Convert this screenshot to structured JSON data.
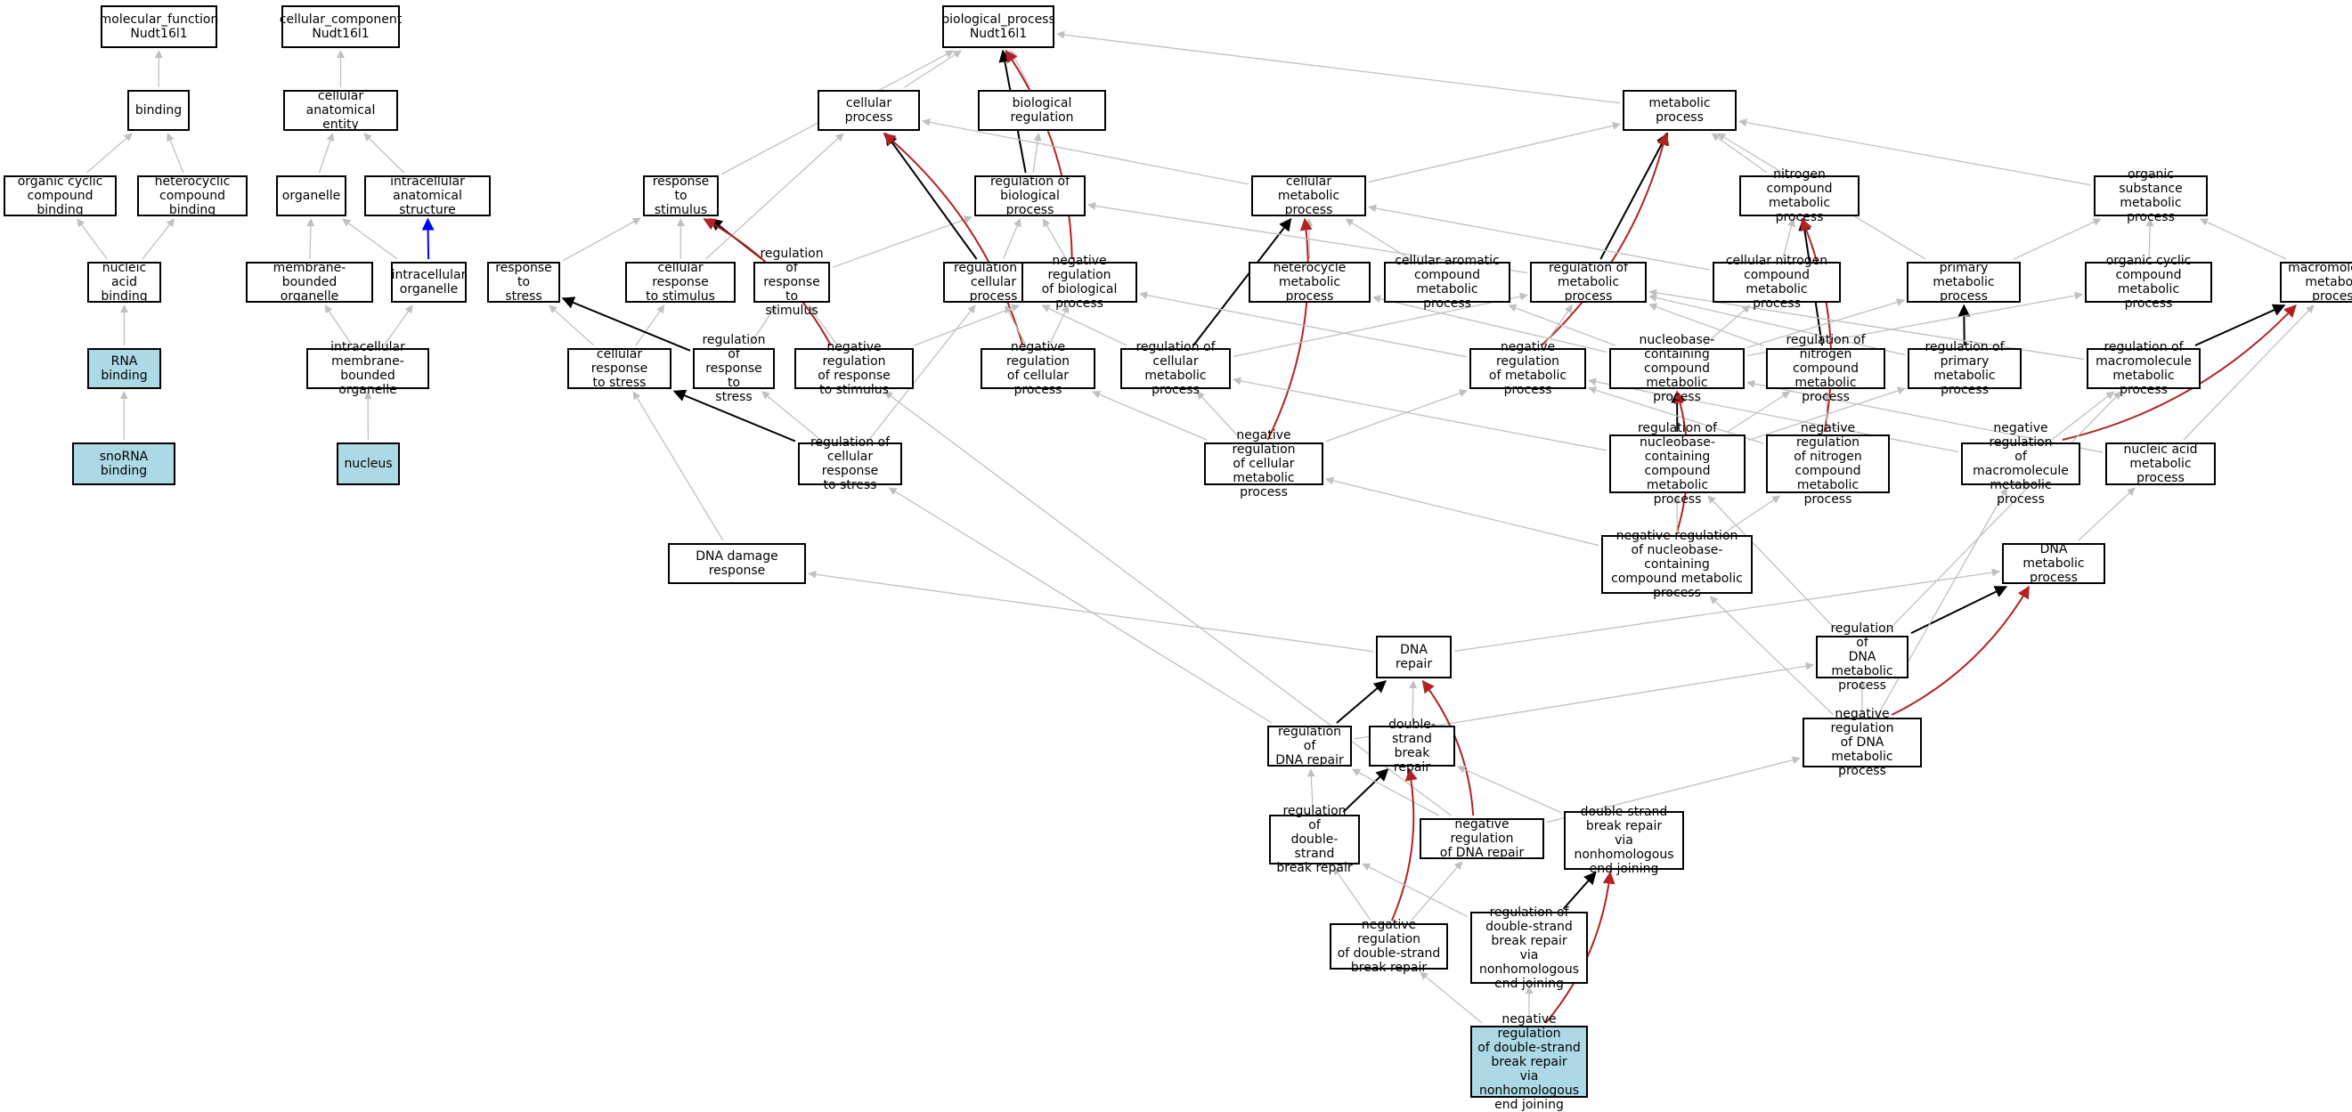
{
  "colors": {
    "is_a": "#c0c0c0",
    "part_of": "#000000",
    "negatively_regulates": "#b22222",
    "occurs_in": "#0000ff",
    "highlight": "#add8e6"
  },
  "nodes": [
    {
      "id": "mf",
      "label": "molecular_function\nNudt16l1"
    },
    {
      "id": "cc",
      "label": "cellular_component\nNudt16l1"
    },
    {
      "id": "bp",
      "label": "biological_process\nNudt16l1"
    },
    {
      "id": "binding",
      "label": "binding"
    },
    {
      "id": "cae",
      "label": "cellular anatomical\nentity"
    },
    {
      "id": "cp",
      "label": "cellular process"
    },
    {
      "id": "breg",
      "label": "biological regulation"
    },
    {
      "id": "mp",
      "label": "metabolic process"
    },
    {
      "id": "ocb",
      "label": "organic cyclic\ncompound binding"
    },
    {
      "id": "hcb",
      "label": "heterocyclic\ncompound binding"
    },
    {
      "id": "organelle",
      "label": "organelle"
    },
    {
      "id": "ias",
      "label": "intracellular\nanatomical structure"
    },
    {
      "id": "rts",
      "label": "response to\nstimulus"
    },
    {
      "id": "robp",
      "label": "regulation of\nbiological process"
    },
    {
      "id": "cmp",
      "label": "cellular metabolic\nprocess"
    },
    {
      "id": "ncmp",
      "label": "nitrogen compound\nmetabolic process"
    },
    {
      "id": "osmp",
      "label": "organic substance\nmetabolic process"
    },
    {
      "id": "nab",
      "label": "nucleic acid\nbinding"
    },
    {
      "id": "mbo",
      "label": "membrane-bounded\norganelle"
    },
    {
      "id": "io",
      "label": "intracellular\norganelle"
    },
    {
      "id": "rtstress",
      "label": "response to\nstress"
    },
    {
      "id": "crs",
      "label": "cellular response\nto stimulus"
    },
    {
      "id": "rors",
      "label": "regulation of\nresponse to\nstimulus"
    },
    {
      "id": "rocp",
      "label": "regulation of\ncellular process"
    },
    {
      "id": "nrobp",
      "label": "negative regulation\nof biological\nprocess"
    },
    {
      "id": "hmp",
      "label": "heterocycle\nmetabolic process"
    },
    {
      "id": "camp",
      "label": "cellular aromatic\ncompound metabolic\nprocess"
    },
    {
      "id": "romp",
      "label": "regulation of\nmetabolic process"
    },
    {
      "id": "cncmp",
      "label": "cellular nitrogen\ncompound metabolic\nprocess"
    },
    {
      "id": "pmp",
      "label": "primary metabolic\nprocess"
    },
    {
      "id": "occmp",
      "label": "organic cyclic\ncompound metabolic\nprocess"
    },
    {
      "id": "macmp",
      "label": "macromolecule\nmetabolic process"
    },
    {
      "id": "rnab",
      "label": "RNA binding",
      "hl": true
    },
    {
      "id": "imbo",
      "label": "intracellular\nmembrane-bounded\norganelle"
    },
    {
      "id": "crtstress",
      "label": "cellular response\nto stress"
    },
    {
      "id": "rortstress",
      "label": "regulation of\nresponse to\nstress"
    },
    {
      "id": "nrors",
      "label": "negative regulation\nof response\nto stimulus"
    },
    {
      "id": "nrocp",
      "label": "negative regulation\nof cellular\nprocess"
    },
    {
      "id": "rocmp",
      "label": "regulation of\ncellular metabolic\nprocess"
    },
    {
      "id": "nromp",
      "label": "negative regulation\nof metabolic\nprocess"
    },
    {
      "id": "nbccmp",
      "label": "nucleobase-containing\ncompound metabolic\nprocess"
    },
    {
      "id": "roncmp",
      "label": "regulation of\nnitrogen compound\nmetabolic process"
    },
    {
      "id": "ropmp",
      "label": "regulation of\nprimary metabolic\nprocess"
    },
    {
      "id": "romacmp",
      "label": "regulation of\nmacromolecule\nmetabolic process"
    },
    {
      "id": "snorna",
      "label": "snoRNA binding",
      "hl": true
    },
    {
      "id": "nucleus",
      "label": "nucleus",
      "hl": true
    },
    {
      "id": "rocrs",
      "label": "regulation of\ncellular response\nto stress"
    },
    {
      "id": "nrocmp",
      "label": "negative regulation\nof cellular\nmetabolic process"
    },
    {
      "id": "ronbccmp",
      "label": "regulation of\nnucleobase-containing\ncompound metabolic\nprocess"
    },
    {
      "id": "nroncmp",
      "label": "negative regulation\nof nitrogen\ncompound metabolic\nprocess"
    },
    {
      "id": "nromacmp",
      "label": "negative regulation\nof macromolecule\nmetabolic process"
    },
    {
      "id": "namp",
      "label": "nucleic acid\nmetabolic process"
    },
    {
      "id": "ddr",
      "label": "DNA damage response"
    },
    {
      "id": "nronbccmp",
      "label": "negative regulation\nof nucleobase-containing\ncompound metabolic\nprocess"
    },
    {
      "id": "dmp",
      "label": "DNA metabolic\nprocess"
    },
    {
      "id": "dnarepair",
      "label": "DNA repair"
    },
    {
      "id": "rodmp",
      "label": "regulation of\nDNA metabolic\nprocess"
    },
    {
      "id": "rodr",
      "label": "regulation of\nDNA repair"
    },
    {
      "id": "dsbr",
      "label": "double-strand\nbreak repair"
    },
    {
      "id": "nrodmp",
      "label": "negative regulation\nof DNA metabolic\nprocess"
    },
    {
      "id": "rodsbr",
      "label": "regulation of\ndouble-strand\nbreak repair"
    },
    {
      "id": "nrodr",
      "label": "negative regulation\nof DNA repair"
    },
    {
      "id": "dsbrnhej",
      "label": "double-strand\nbreak repair\nvia nonhomologous\nend joining"
    },
    {
      "id": "nrodsbr",
      "label": "negative regulation\nof double-strand\nbreak repair"
    },
    {
      "id": "rodsbrnhej",
      "label": "regulation of\ndouble-strand\nbreak repair\nvia nonhomologous\nend joining"
    },
    {
      "id": "nrodsbrnhej",
      "label": "negative regulation\nof double-strand\nbreak repair\nvia nonhomologous\nend joining",
      "hl": true
    }
  ],
  "edges": [
    [
      "snorna",
      "rnab",
      "is_a"
    ],
    [
      "rnab",
      "nab",
      "is_a"
    ],
    [
      "nab",
      "ocb",
      "is_a"
    ],
    [
      "nab",
      "hcb",
      "is_a"
    ],
    [
      "ocb",
      "binding",
      "is_a"
    ],
    [
      "hcb",
      "binding",
      "is_a"
    ],
    [
      "binding",
      "mf",
      "is_a"
    ],
    [
      "nucleus",
      "imbo",
      "is_a"
    ],
    [
      "imbo",
      "mbo",
      "is_a"
    ],
    [
      "imbo",
      "io",
      "is_a"
    ],
    [
      "mbo",
      "organelle",
      "is_a"
    ],
    [
      "io",
      "organelle",
      "is_a"
    ],
    [
      "io",
      "ias",
      "occurs_in"
    ],
    [
      "organelle",
      "cae",
      "is_a"
    ],
    [
      "ias",
      "cae",
      "is_a"
    ],
    [
      "cae",
      "cc",
      "is_a"
    ],
    [
      "cp",
      "bp",
      "is_a"
    ],
    [
      "breg",
      "bp",
      "is_a"
    ],
    [
      "mp",
      "bp",
      "is_a"
    ],
    [
      "rts",
      "bp",
      "is_a"
    ],
    [
      "robp",
      "bp",
      "part_of"
    ],
    [
      "nrobp",
      "bp",
      "negatively_regulates"
    ],
    [
      "robp",
      "breg",
      "is_a"
    ],
    [
      "cmp",
      "cp",
      "is_a"
    ],
    [
      "cmp",
      "mp",
      "is_a"
    ],
    [
      "ncmp",
      "mp",
      "is_a"
    ],
    [
      "osmp",
      "mp",
      "is_a"
    ],
    [
      "pmp",
      "mp",
      "is_a"
    ],
    [
      "romp",
      "mp",
      "part_of"
    ],
    [
      "nromp",
      "mp",
      "negatively_regulates"
    ],
    [
      "crs",
      "cp",
      "is_a"
    ],
    [
      "crs",
      "rts",
      "is_a"
    ],
    [
      "rtstress",
      "rts",
      "is_a"
    ],
    [
      "rors",
      "rts",
      "part_of"
    ],
    [
      "rors",
      "robp",
      "is_a"
    ],
    [
      "rocp",
      "cp",
      "part_of"
    ],
    [
      "rocp",
      "robp",
      "is_a"
    ],
    [
      "nrocp",
      "cp",
      "negatively_regulates"
    ],
    [
      "nrobp",
      "robp",
      "is_a"
    ],
    [
      "hmp",
      "cmp",
      "is_a"
    ],
    [
      "camp",
      "cmp",
      "is_a"
    ],
    [
      "cncmp",
      "cmp",
      "is_a"
    ],
    [
      "rocmp",
      "cmp",
      "part_of"
    ],
    [
      "nrocmp",
      "cmp",
      "negatively_regulates"
    ],
    [
      "cncmp",
      "ncmp",
      "is_a"
    ],
    [
      "roncmp",
      "ncmp",
      "part_of"
    ],
    [
      "nroncmp",
      "ncmp",
      "negatively_regulates"
    ],
    [
      "romp",
      "robp",
      "is_a"
    ],
    [
      "occmp",
      "osmp",
      "is_a"
    ],
    [
      "macmp",
      "osmp",
      "is_a"
    ],
    [
      "pmp",
      "osmp",
      "is_a"
    ],
    [
      "romacmp",
      "macmp",
      "part_of"
    ],
    [
      "nromacmp",
      "macmp",
      "negatively_regulates"
    ],
    [
      "namp",
      "macmp",
      "is_a"
    ],
    [
      "ropmp",
      "pmp",
      "part_of"
    ],
    [
      "nbccmp",
      "pmp",
      "is_a"
    ],
    [
      "nbccmp",
      "occmp",
      "is_a"
    ],
    [
      "nbccmp",
      "hmp",
      "is_a"
    ],
    [
      "nbccmp",
      "camp",
      "is_a"
    ],
    [
      "nbccmp",
      "cncmp",
      "is_a"
    ],
    [
      "crtstress",
      "rtstress",
      "is_a"
    ],
    [
      "crtstress",
      "crs",
      "is_a"
    ],
    [
      "rortstress",
      "rtstress",
      "part_of"
    ],
    [
      "rortstress",
      "rors",
      "is_a"
    ],
    [
      "nrors",
      "rts",
      "negatively_regulates"
    ],
    [
      "nrors",
      "rors",
      "is_a"
    ],
    [
      "nrors",
      "nrobp",
      "is_a"
    ],
    [
      "nrocp",
      "rocp",
      "is_a"
    ],
    [
      "nrocp",
      "nrobp",
      "is_a"
    ],
    [
      "rocmp",
      "rocp",
      "is_a"
    ],
    [
      "rocmp",
      "romp",
      "is_a"
    ],
    [
      "nromp",
      "romp",
      "is_a"
    ],
    [
      "nromp",
      "nrobp",
      "is_a"
    ],
    [
      "roncmp",
      "romp",
      "is_a"
    ],
    [
      "ropmp",
      "romp",
      "is_a"
    ],
    [
      "romacmp",
      "romp",
      "is_a"
    ],
    [
      "rocrs",
      "crtstress",
      "part_of"
    ],
    [
      "rocrs",
      "rortstress",
      "is_a"
    ],
    [
      "rocrs",
      "rocp",
      "is_a"
    ],
    [
      "nrocmp",
      "rocmp",
      "is_a"
    ],
    [
      "nrocmp",
      "nromp",
      "is_a"
    ],
    [
      "nrocmp",
      "nrocp",
      "is_a"
    ],
    [
      "ronbccmp",
      "nbccmp",
      "part_of"
    ],
    [
      "ronbccmp",
      "rocmp",
      "is_a"
    ],
    [
      "ronbccmp",
      "roncmp",
      "is_a"
    ],
    [
      "ronbccmp",
      "ropmp",
      "is_a"
    ],
    [
      "nroncmp",
      "roncmp",
      "is_a"
    ],
    [
      "nroncmp",
      "nromp",
      "is_a"
    ],
    [
      "nromacmp",
      "romacmp",
      "is_a"
    ],
    [
      "nromacmp",
      "nromp",
      "is_a"
    ],
    [
      "namp",
      "nbccmp",
      "is_a"
    ],
    [
      "ddr",
      "crtstress",
      "is_a"
    ],
    [
      "nronbccmp",
      "nbccmp",
      "negatively_regulates"
    ],
    [
      "nronbccmp",
      "ronbccmp",
      "is_a"
    ],
    [
      "nronbccmp",
      "nrocmp",
      "is_a"
    ],
    [
      "nronbccmp",
      "nroncmp",
      "is_a"
    ],
    [
      "dmp",
      "namp",
      "is_a"
    ],
    [
      "dnarepair",
      "ddr",
      "is_a"
    ],
    [
      "dnarepair",
      "dmp",
      "is_a"
    ],
    [
      "rodmp",
      "dmp",
      "part_of"
    ],
    [
      "rodmp",
      "ronbccmp",
      "is_a"
    ],
    [
      "rodmp",
      "romacmp",
      "is_a"
    ],
    [
      "rodr",
      "dnarepair",
      "part_of"
    ],
    [
      "rodr",
      "rodmp",
      "is_a"
    ],
    [
      "rodr",
      "rocrs",
      "is_a"
    ],
    [
      "dsbr",
      "dnarepair",
      "is_a"
    ],
    [
      "nrodmp",
      "dmp",
      "negatively_regulates"
    ],
    [
      "nrodmp",
      "rodmp",
      "is_a"
    ],
    [
      "nrodmp",
      "nronbccmp",
      "is_a"
    ],
    [
      "nrodmp",
      "nromacmp",
      "is_a"
    ],
    [
      "rodsbr",
      "dsbr",
      "part_of"
    ],
    [
      "rodsbr",
      "rodr",
      "is_a"
    ],
    [
      "nrodr",
      "dnarepair",
      "negatively_regulates"
    ],
    [
      "nrodr",
      "rodr",
      "is_a"
    ],
    [
      "nrodr",
      "nrodmp",
      "is_a"
    ],
    [
      "nrodr",
      "nrors",
      "is_a"
    ],
    [
      "dsbrnhej",
      "dsbr",
      "is_a"
    ],
    [
      "nrodsbr",
      "dsbr",
      "negatively_regulates"
    ],
    [
      "nrodsbr",
      "rodsbr",
      "is_a"
    ],
    [
      "nrodsbr",
      "nrodr",
      "is_a"
    ],
    [
      "rodsbrnhej",
      "dsbrnhej",
      "part_of"
    ],
    [
      "rodsbrnhej",
      "rodsbr",
      "is_a"
    ],
    [
      "nrodsbrnhej",
      "dsbrnhej",
      "negatively_regulates"
    ],
    [
      "nrodsbrnhej",
      "rodsbrnhej",
      "is_a"
    ],
    [
      "nrodsbrnhej",
      "nrodsbr",
      "is_a"
    ]
  ]
}
